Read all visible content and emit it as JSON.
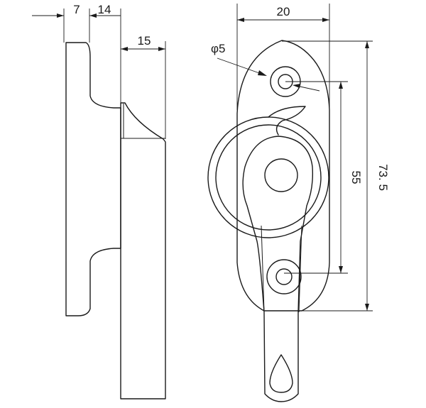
{
  "dimensions": {
    "side_left_width": "7",
    "side_gap_width": "14",
    "side_right_width": "15",
    "front_width": "20",
    "hole_diameter": "φ5",
    "hole_spacing": "55",
    "overall_length": "73. 5"
  }
}
